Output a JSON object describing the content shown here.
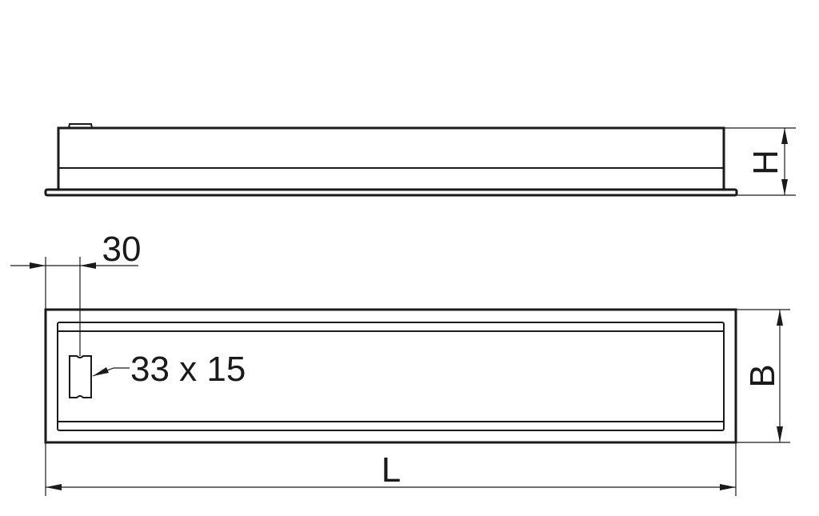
{
  "drawing": {
    "dimensions": {
      "height_label": "H",
      "width_label": "B",
      "length_label": "L",
      "offset_label": "30",
      "cutout_label": "33 x 15"
    },
    "colors": {
      "line": "#1a1a1a",
      "background": "#ffffff"
    }
  }
}
